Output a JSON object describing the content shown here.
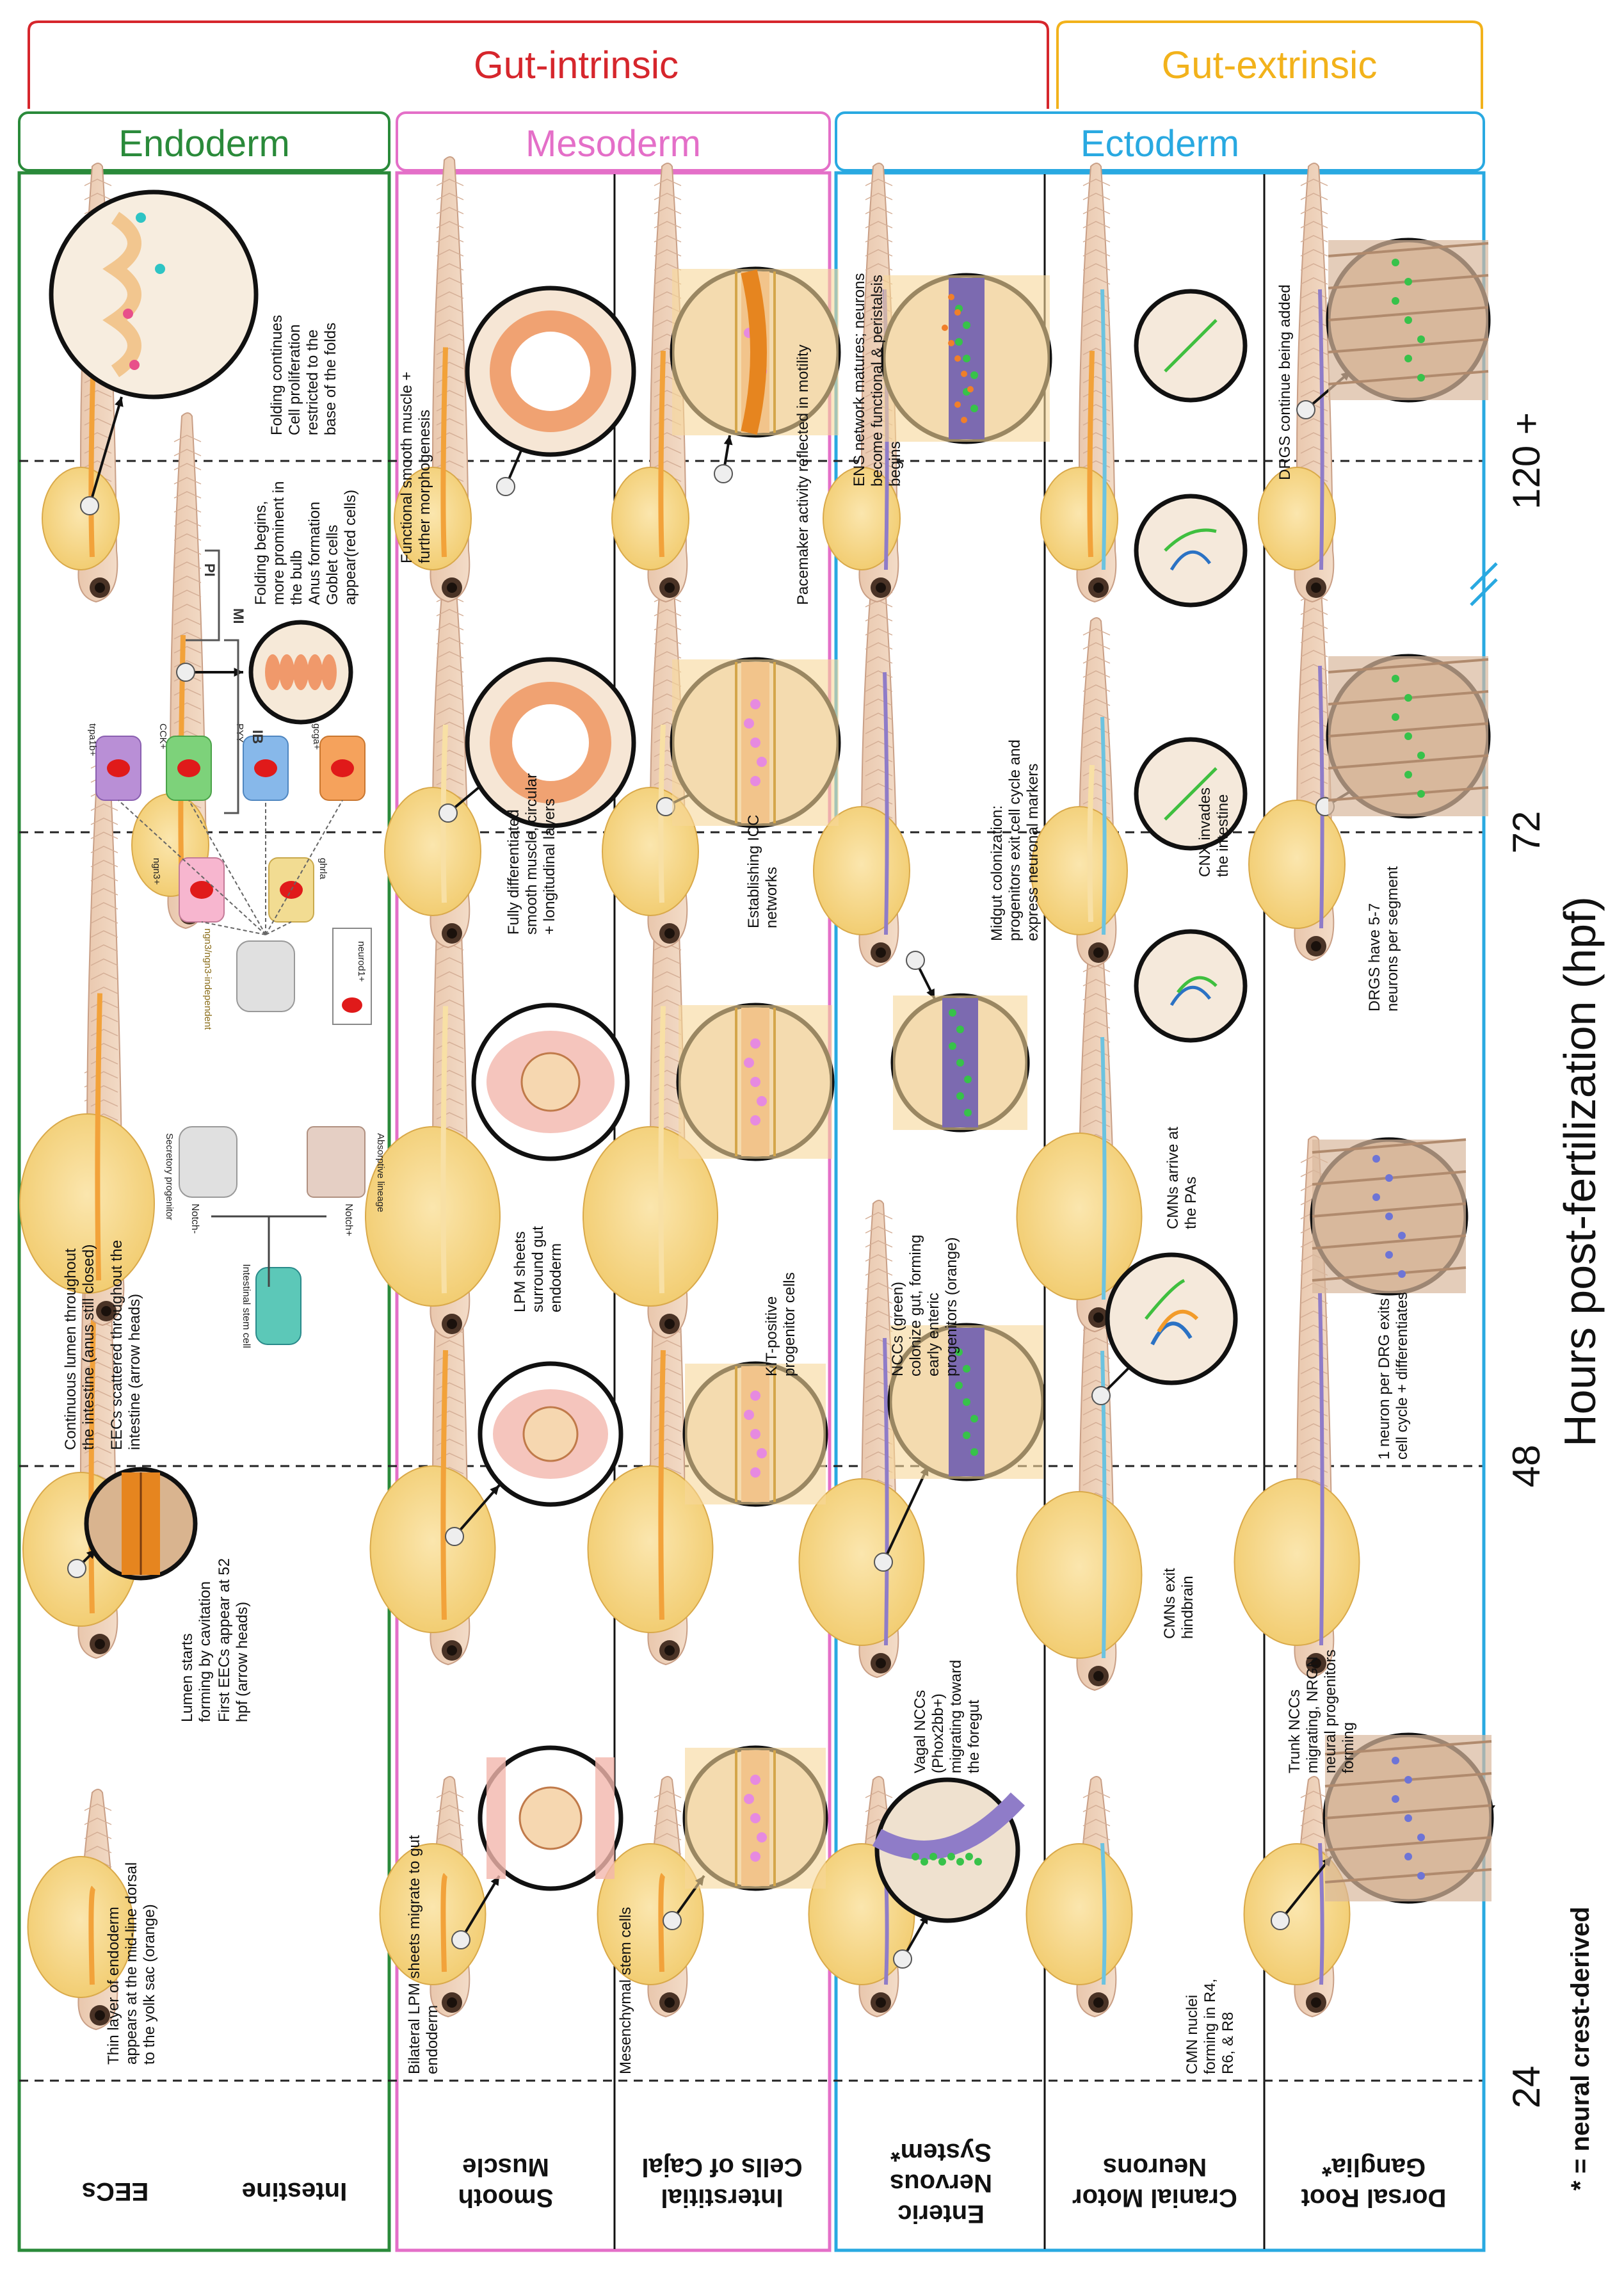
{
  "headers": {
    "gut_intrinsic": "Gut-intrinsic",
    "gut_extrinsic": "Gut-extrinsic",
    "endoderm": "Endoderm",
    "mesoderm": "Mesoderm",
    "ectoderm": "Ectoderm"
  },
  "colors": {
    "gut_intrinsic": "#d6262c",
    "gut_extrinsic": "#f2b21b",
    "endoderm": "#2a8a3a",
    "mesoderm": "#e46fc8",
    "ectoderm": "#29a9e1"
  },
  "rows": {
    "intestine": "Intestine",
    "eecs": "EECs",
    "smooth_muscle": [
      "Smooth",
      "Muscle"
    ],
    "icc": [
      "Interstitial",
      "Cells of Cajal"
    ],
    "ens": [
      "Enteric",
      "Nervous",
      "System*"
    ],
    "cmn": [
      "Cranial Motor",
      "Neurons"
    ],
    "drg": [
      "Dorsal Root",
      "Ganglia*"
    ]
  },
  "axis": {
    "title": "Hours post-fertilization (hpf)",
    "ticks": [
      "24",
      "48",
      "72",
      "120 +"
    ],
    "footnote": "* = neural crest-derived"
  },
  "captions": {
    "intestine_24": [
      "Thin layer of endoderm",
      "appears at the mid-line dorsal",
      "to the yolk sac (orange)"
    ],
    "intestine_36": [
      "Lumen starts",
      "forming by cavitation"
    ],
    "eec_36": [
      "First EECs appear at 52",
      "hpf (arrow heads)"
    ],
    "intestine_60": [
      "Continuous lumen throughout",
      "the intestine (anus still closed)"
    ],
    "eec_60": [
      "EECs scattered throughout the",
      "intestine (arrow heads)"
    ],
    "intestine_96": [
      "Folding begins,",
      "more prominent in",
      "the bulb",
      "Anus formation",
      "Goblet cells",
      "appear(red cells)"
    ],
    "intestine_120": [
      "Folding continues",
      "Cell proliferation",
      "restricted to the",
      "base of the folds"
    ],
    "sm_24": [
      "Bilateral LPM sheets migrate to gut",
      "endoderm"
    ],
    "sm_60": [
      "LPM sheets",
      "surround gut",
      "endoderm"
    ],
    "sm_72": [
      "Fully differentiated",
      "smooth muscle, circular",
      "+ longitudinal layers"
    ],
    "sm_120": [
      "Functional smooth muscle +",
      "further morphogenesis"
    ],
    "icc_24": [
      "Mesenchymal stem cells"
    ],
    "icc_60": [
      "KIT-positive",
      "progenitor cells"
    ],
    "icc_72": [
      "Establishing ICC",
      "networks"
    ],
    "icc_120": [
      "Pacemaker activity reflected in motility"
    ],
    "ens_36": [
      "Vagal NCCs",
      "(Phox2bb+)",
      "migrating toward",
      "the foregut"
    ],
    "ens_60": [
      "NCCs (green)",
      "colonize gut, forming",
      "early enteric",
      "progenitors (orange)"
    ],
    "ens_72": [
      "Midgut colonization:",
      "progenitors exit cell cycle and",
      "express neuronal markers"
    ],
    "ens_120": [
      "ENS network matures; neurons",
      "become functional & peristalsis",
      "begins"
    ],
    "cmn_24": [
      "CMN nuclei",
      "forming in R4,",
      "R6, & R8"
    ],
    "cmn_36": [
      "CMNs exit",
      "hindbrain"
    ],
    "cmn_60": [
      "CMNs arrive at",
      "the PAs"
    ],
    "cmn_84": [
      "CNX invades",
      "the intestine"
    ],
    "drg_36": [
      "Trunk NCCs",
      "migrating, NRGN",
      "neural progenitors",
      "forming"
    ],
    "drg_48": [
      "1 neuron per DRG exits",
      "cell cycle + differentiates"
    ],
    "drg_72": [
      "DRGS have 5-7",
      "neurons per segment"
    ],
    "drg_120": [
      "DRGS continue being added"
    ]
  },
  "diagram_labels": {
    "ib": "IB",
    "mi": "MI",
    "pi": "PI",
    "intestinal_stem_cell": "Intestinal stem cell",
    "notch_minus": "Notch-",
    "notch_plus": "Notch+",
    "secretory_progenitor": "Secretory progenitor",
    "absorptive_lineage": "Absorptive lineage",
    "ngn3_independent": "ngn3/ngn3-independent",
    "neurod1": "neurod1+",
    "ngn3": "ngn3+",
    "ghrla": "ghrla",
    "cck": "CCK+",
    "trpa1b": "trpa1b+",
    "pyy": "PYY",
    "gcga": "gcga+"
  }
}
